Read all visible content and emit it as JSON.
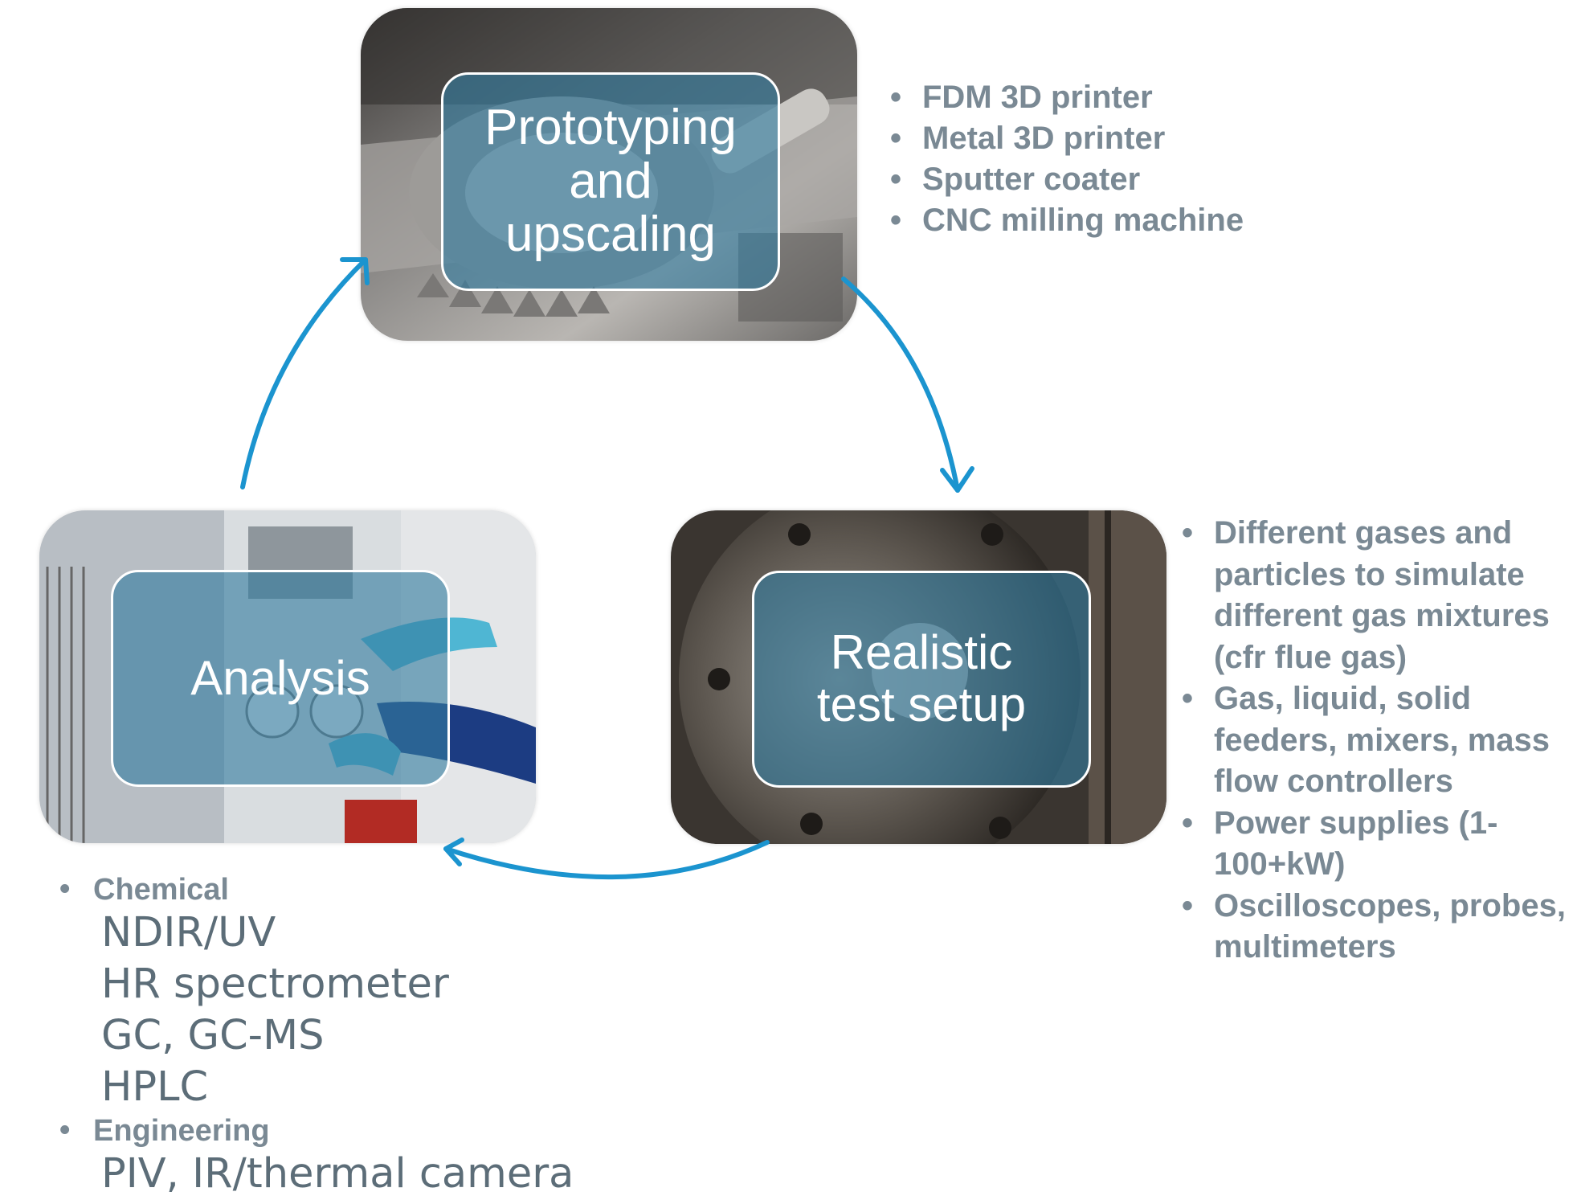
{
  "colors": {
    "arrow": "#1b94cf",
    "bullet_text": "#7a8994",
    "sub_text": "#5c6d78",
    "label_fill": "#347ca0"
  },
  "nodes": {
    "top": {
      "label": "Prototyping\nand\nupscaling",
      "image": "3d-printed-impeller-photo"
    },
    "right": {
      "label": "Realistic\ntest setup",
      "image": "flanged-reactor-photo"
    },
    "left": {
      "label": "Analysis",
      "image": "lab-instrument-photo"
    }
  },
  "top_list": [
    "FDM 3D printer",
    "Metal 3D printer",
    "Sputter coater",
    "CNC milling machine"
  ],
  "right_list": [
    "Different gases and particles to simulate different gas mixtures (cfr flue gas)",
    "Gas, liquid, solid feeders, mixers, mass flow controllers",
    "Power supplies (1-100+kW)",
    "Oscilloscopes, probes, multimeters"
  ],
  "bottom_list": [
    {
      "category": "Chemical",
      "items": [
        "NDIR/UV",
        "HR spectrometer",
        "GC, GC-MS",
        "HPLC"
      ]
    },
    {
      "category": "Engineering",
      "items": [
        "PIV, IR/thermal camera"
      ]
    }
  ]
}
